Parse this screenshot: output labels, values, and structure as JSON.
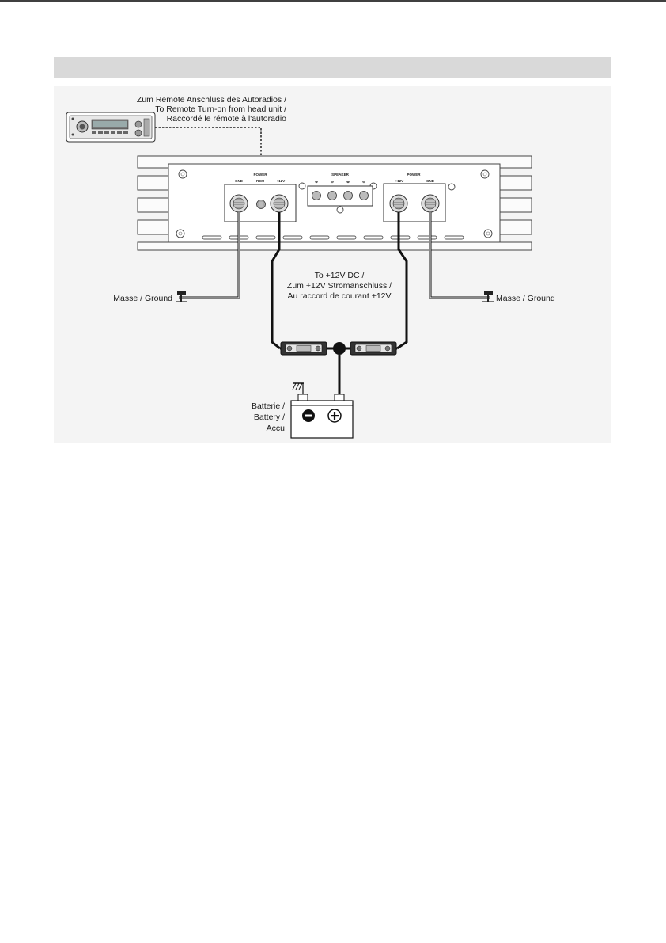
{
  "labels": {
    "remote": [
      "Zum Remote Anschluss des Autoradios /",
      "To Remote Turn-on from head unit /",
      "Raccordé le rémote à l'autoradio"
    ],
    "ground_left": "Masse / Ground",
    "ground_right": "Masse / Ground",
    "power": [
      "To +12V DC /",
      "Zum +12V Stromanschluss /",
      "Au raccord de courant +12V"
    ],
    "battery": [
      "Batterie /",
      "Battery /",
      "Accu"
    ]
  },
  "amp": {
    "left_block": {
      "title": "POWER",
      "gnd": "GND",
      "rem": "REM",
      "plus": "+12V"
    },
    "speaker": {
      "title": "SPEAKER",
      "terms": [
        "⊕",
        "⊖",
        "⊕",
        "⊖"
      ]
    },
    "right_block": {
      "title": "POWER",
      "plus": "+12V",
      "gnd": "GND"
    }
  },
  "battery_symbols": {
    "negative": "−",
    "positive": "+"
  }
}
